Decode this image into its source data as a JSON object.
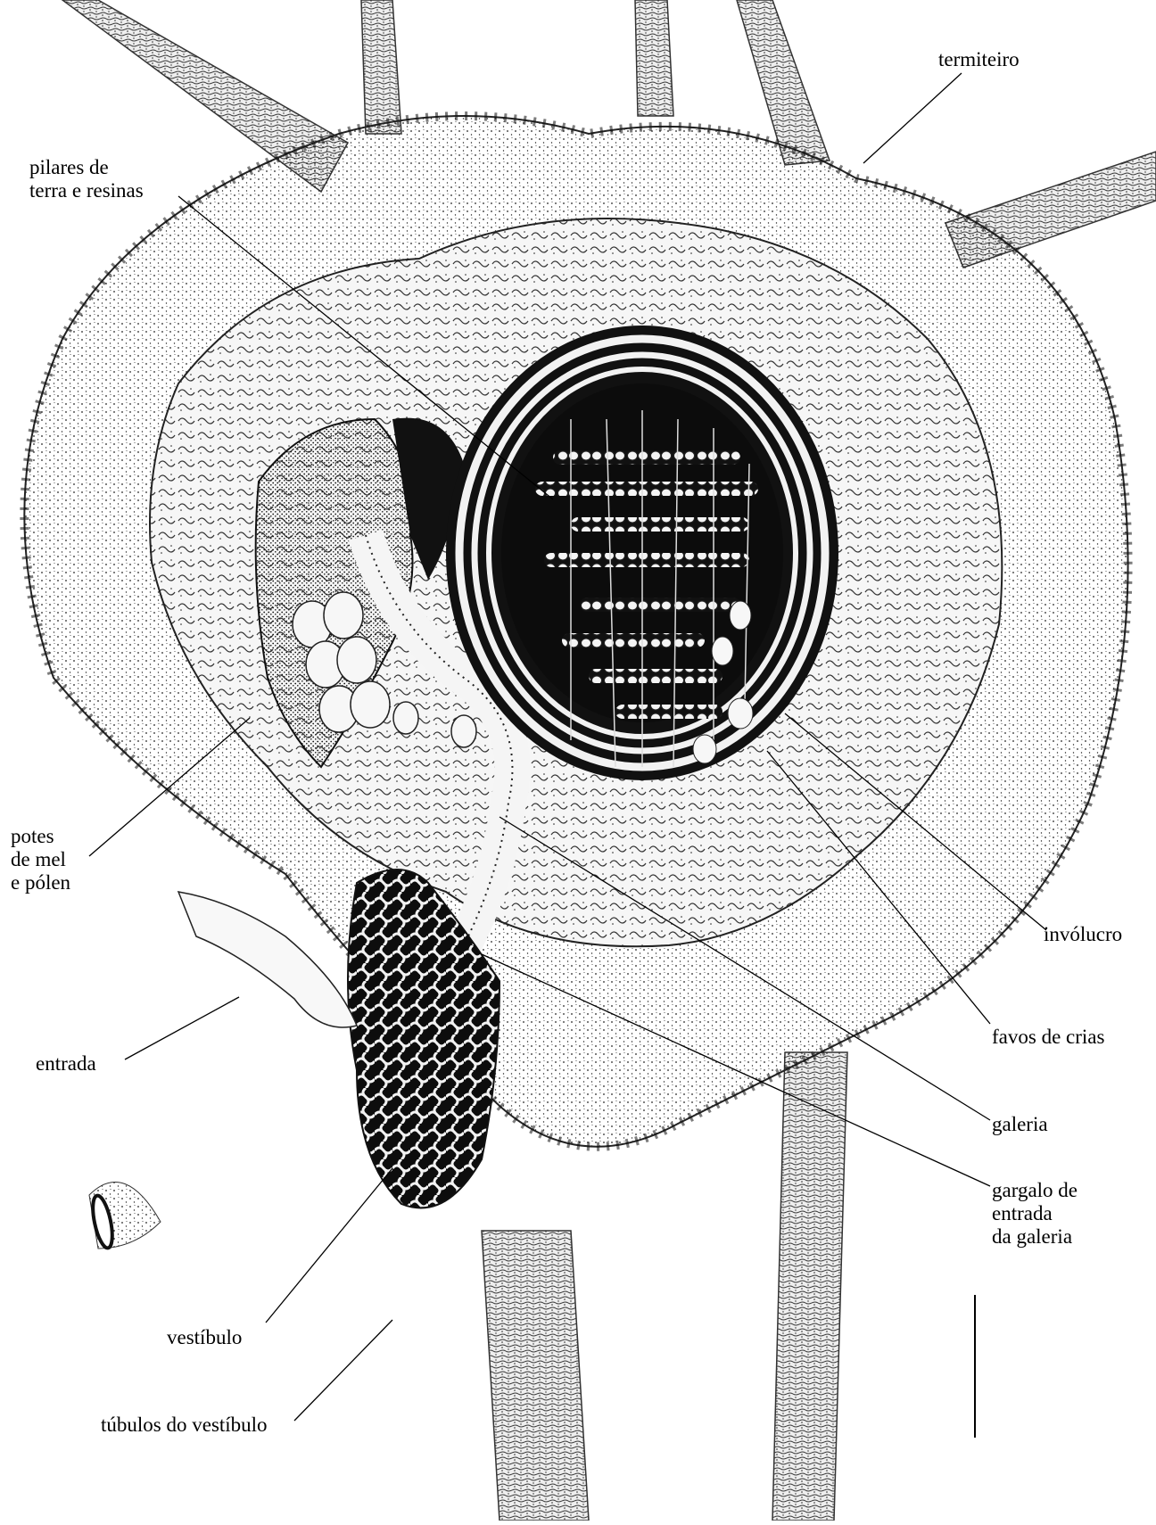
{
  "colors": {
    "ink": "#000000",
    "paper": "#ffffff",
    "stipple": "#2a2a2a"
  },
  "labels": {
    "termiteiro": [
      "termiteiro"
    ],
    "pilares": [
      "pilares de",
      "terra e resinas"
    ],
    "potes": [
      "potes",
      "de mel",
      "e pólen"
    ],
    "entrada": [
      "entrada"
    ],
    "vestibulo": [
      "vestíbulo"
    ],
    "tubulos": [
      "túbulos do vestíbulo"
    ],
    "involucro": [
      "invólucro"
    ],
    "favos": [
      "favos de crias"
    ],
    "galeria": [
      "galeria"
    ],
    "gargalo": [
      "gargalo de",
      "entrada",
      "da galeria"
    ]
  }
}
